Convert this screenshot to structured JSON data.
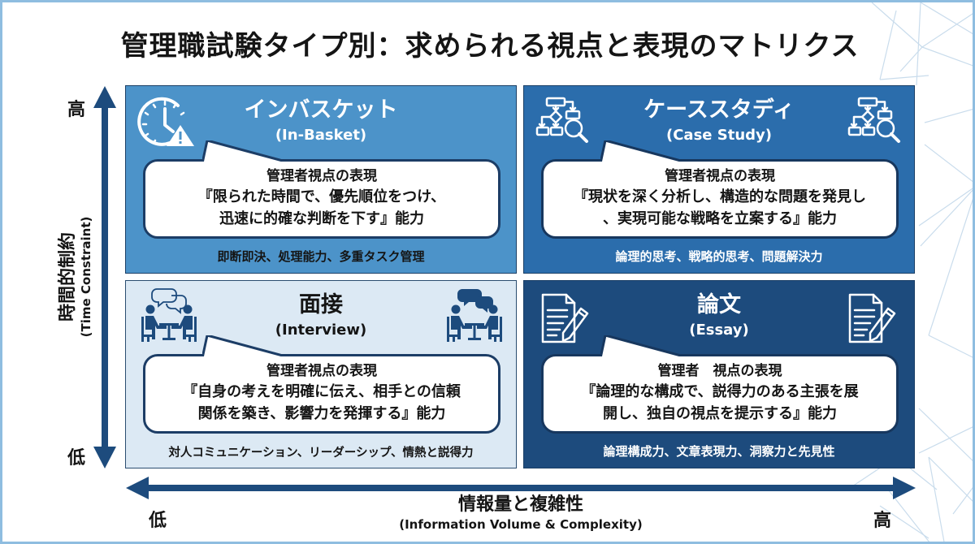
{
  "title": "管理職試験タイプ別：求められる視点と表現のマトリクス",
  "colors": {
    "frame_border": "#8fbde0",
    "navy": "#1d4b7d",
    "q_inbasket": "#4c93c9",
    "q_casestudy": "#2b6dac",
    "q_interview": "#dce9f4",
    "q_essay": "#1d4b7d",
    "axis": "#1d4b7d"
  },
  "axes": {
    "vertical": {
      "label_jp": "時間的制約",
      "label_en": "(Time Constraint)",
      "high": "高",
      "low": "低"
    },
    "horizontal": {
      "label_jp": "情報量と複雑性",
      "label_en": "(Information Volume & Complexity)",
      "low": "低",
      "high": "高"
    }
  },
  "quadrants": {
    "in_basket": {
      "title": "インバスケット",
      "subtitle": "(In-Basket)",
      "icon": "clock-warning-icon",
      "bubble_heading": "管理者視点の表現",
      "bubble_line1": "『限られた時間で、優先順位をつけ、",
      "bubble_line2": "迅速に的確な判断を下す』能力",
      "skills": "即断即決、処理能力、多重タスク管理"
    },
    "case_study": {
      "title": "ケーススタディ",
      "subtitle": "(Case Study)",
      "icon": "flowchart-magnifier-icon",
      "bubble_heading": "管理者視点の表現",
      "bubble_line1": "『現状を深く分析し、構造的な問題を発見し",
      "bubble_line2": "、実現可能な戦略を立案する』能力",
      "skills": "論理的思考、戦略的思考、問題解決力"
    },
    "interview": {
      "title": "面接",
      "subtitle": "(Interview)",
      "icon": "meeting-people-icon",
      "bubble_heading": "管理者視点の表現",
      "bubble_line1": "『自身の考えを明確に伝え、相手との信頼",
      "bubble_line2": "関係を築き、影響力を発揮する』能力",
      "skills": "対人コミュニケーション、リーダーシップ、情熱と説得力"
    },
    "essay": {
      "title": "論文",
      "subtitle": "(Essay)",
      "icon": "document-pen-icon",
      "bubble_heading": "管理者　視点の表現",
      "bubble_line1": "『論理的な構成で、説得力のある主張を展",
      "bubble_line2": "開し、独自の視点を提示する』能力",
      "skills": "論理構成力、文章表現力、洞察力と先見性"
    }
  }
}
